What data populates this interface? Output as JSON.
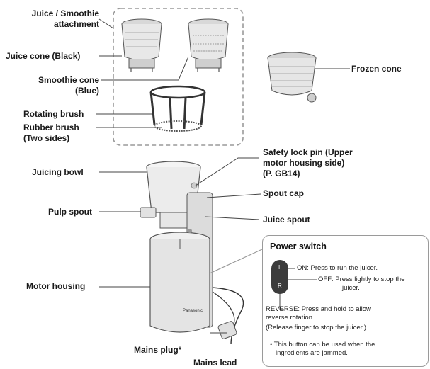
{
  "labels": {
    "attachment_line1": "Juice / Smoothie",
    "attachment_line2": "attachment",
    "juice_cone": "Juice cone (Black)",
    "smoothie_cone_line1": "Smoothie cone",
    "smoothie_cone_line2": "(Blue)",
    "rotating_brush": "Rotating brush",
    "rubber_brush_line1": "Rubber brush",
    "rubber_brush_line2": "(Two sides)",
    "frozen_cone": "Frozen cone",
    "juicing_bowl": "Juicing bowl",
    "safety_lock_line1": "Safety lock pin (Upper",
    "safety_lock_line2": "motor housing side)",
    "safety_lock_line3": "(P. GB14)",
    "spout_cap": "Spout cap",
    "pulp_spout": "Pulp spout",
    "juice_spout": "Juice spout",
    "motor_housing": "Motor housing",
    "mains_plug": "Mains plug*",
    "mains_lead": "Mains lead"
  },
  "power_panel": {
    "title": "Power switch",
    "on_text": "ON: Press to run the juicer.",
    "off_line1": "OFF: Press lightly to stop the",
    "off_line2": "juicer.",
    "reverse_line1": "REVERSE: Press and hold to allow",
    "reverse_line2": "reverse rotation.",
    "reverse_line3": "(Release finger to stop the juicer.)",
    "note_line1": "• This button can be used when the",
    "note_line2": "ingredients are jammed.",
    "button_top": "I",
    "button_bottom": "R"
  },
  "brand": "Panasonic",
  "colors": {
    "line": "#333333",
    "dashed_box": "#9a9a9a",
    "bowl_fill": "#ececec",
    "housing_fill": "#e4e4e4",
    "button": "#3b3b3b"
  }
}
